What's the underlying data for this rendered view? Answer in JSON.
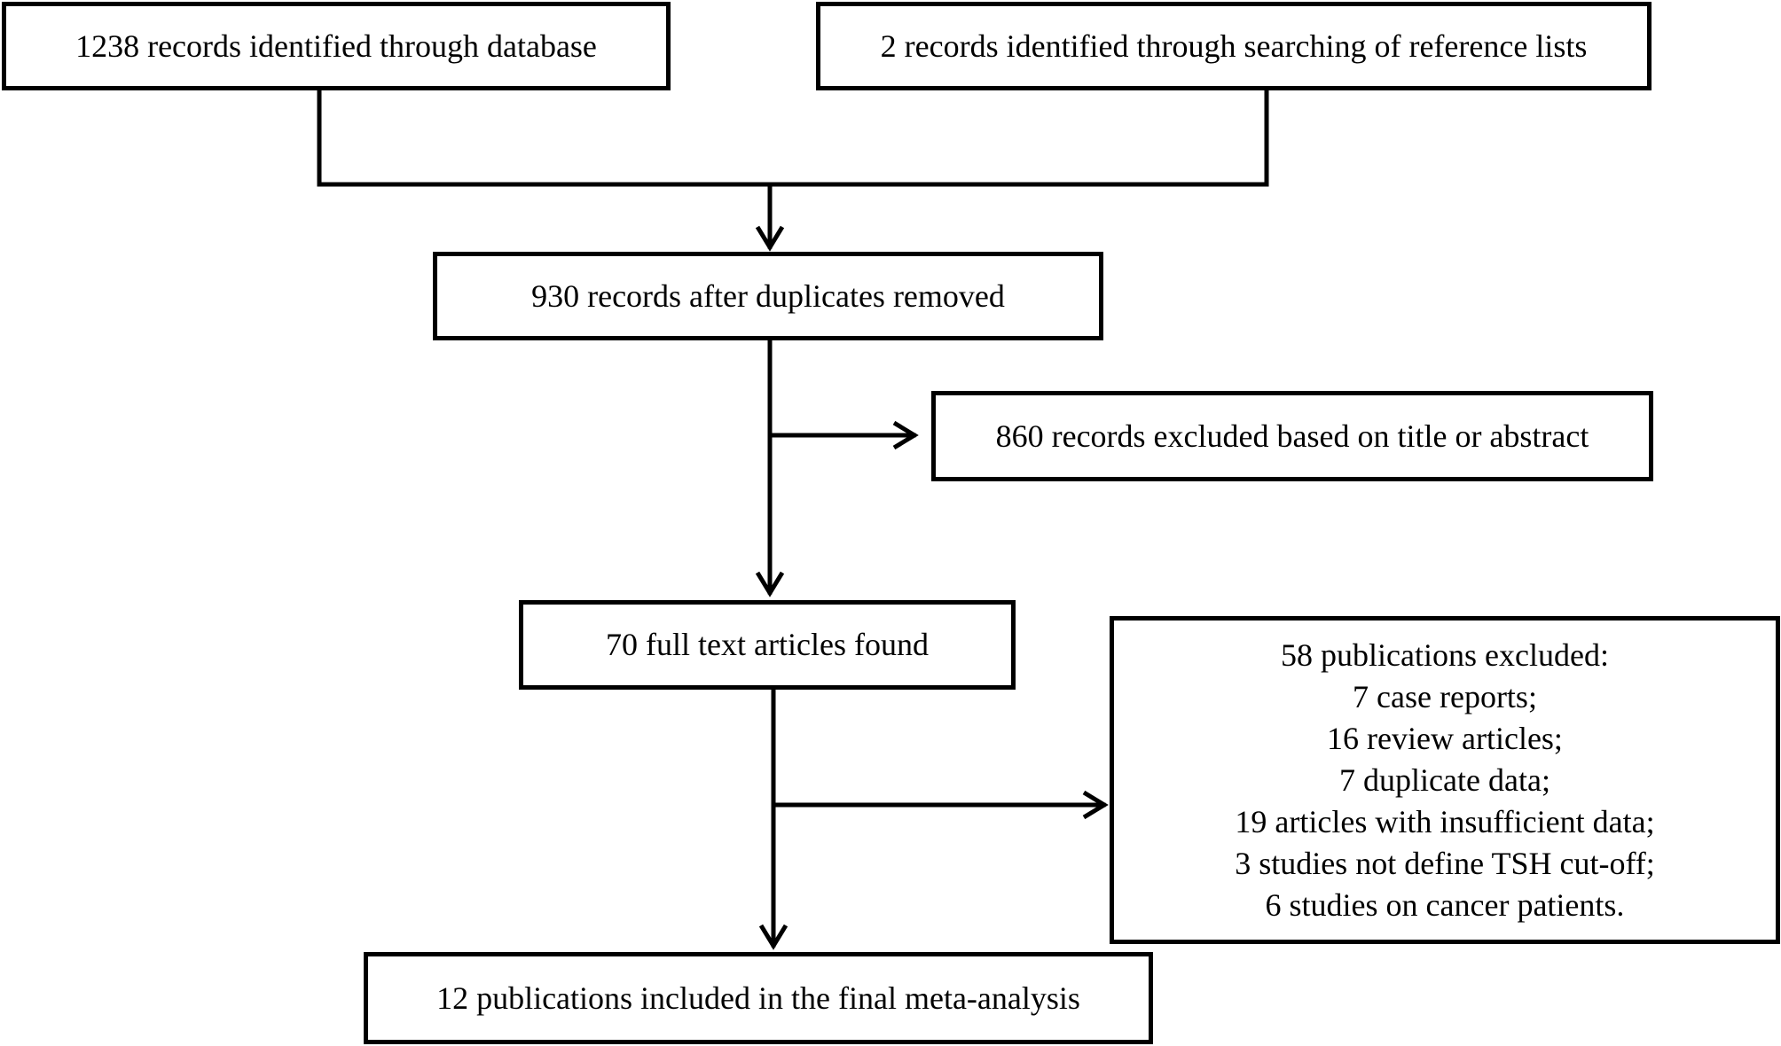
{
  "boxes": {
    "database": "1238 records  identified through  database",
    "reference": "2 records identified through  searching  of reference lists",
    "dedup": "930 records  after duplicates  removed",
    "excluded_title": "860 records excluded based  on title or abstract",
    "fulltext": "70 full text articles found",
    "excluded_pubs": [
      "58 publications  excluded:",
      "7 case reports;",
      "16 review  articles;",
      "7 duplicate data;",
      "19 articles with  insufficient data;",
      "3 studies not define TSH  cut-off;",
      "6 studies on cancer patients."
    ],
    "included": "12 publications  included  in the  final  meta-analysis"
  }
}
